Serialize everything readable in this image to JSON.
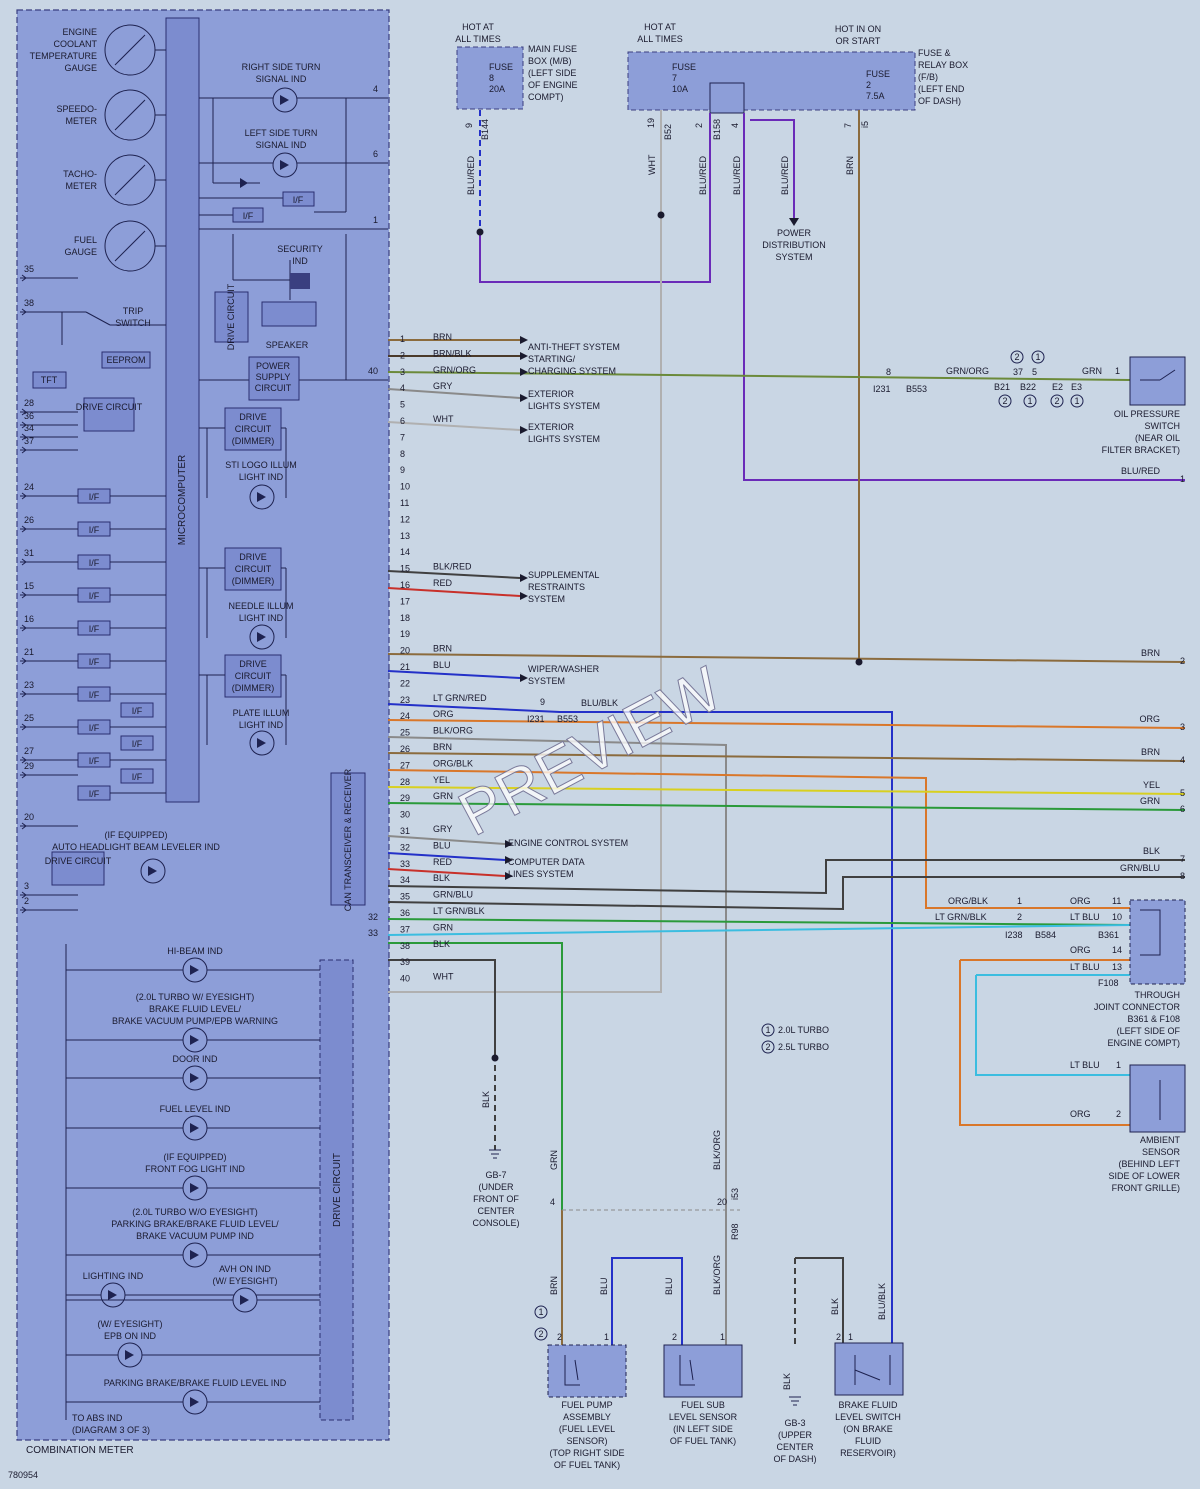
{
  "diagram_id": "780954",
  "meter": {
    "title": "COMBINATION METER",
    "microcomputer": "MICROCOMPUTER",
    "eeprom": "EEPROM",
    "tft": "TFT",
    "speaker": "SPEAKER",
    "can": "CAN TRANSCEIVER & RECEIVER",
    "drive_circuit_vertical": "DRIVE CIRCUIT",
    "drive_circuit": "DRIVE CIRCUIT",
    "power_supply": [
      "POWER",
      "SUPPLY",
      "CIRCUIT"
    ],
    "dimmer": [
      "DRIVE",
      "CIRCUIT",
      "(DIMMER)"
    ],
    "if_label": "I/F",
    "gauges": [
      {
        "lines": [
          "ENGINE",
          "COOLANT",
          "TEMPERATURE",
          "GAUGE"
        ]
      },
      {
        "lines": [
          "SPEEDO-",
          "METER"
        ]
      },
      {
        "lines": [
          "TACHO-",
          "METER"
        ]
      },
      {
        "lines": [
          "FUEL",
          "GAUGE"
        ]
      }
    ],
    "trip_switch": [
      "TRIP",
      "SWITCH"
    ],
    "right_turn": [
      "RIGHT SIDE TURN",
      "SIGNAL IND"
    ],
    "left_turn": [
      "LEFT SIDE TURN",
      "SIGNAL IND"
    ],
    "security": [
      "SECURITY",
      "IND"
    ],
    "sti_logo": [
      "STI LOGO ILLUM",
      "LIGHT IND"
    ],
    "needle_illum": [
      "NEEDLE ILLUM",
      "LIGHT IND"
    ],
    "plate_illum": [
      "PLATE ILLUM",
      "LIGHT IND"
    ],
    "headlight_leveler": [
      "(IF EQUIPPED)",
      "AUTO HEADLIGHT BEAM LEVELER IND"
    ],
    "indicators": [
      {
        "lines": [
          "HI-BEAM IND"
        ]
      },
      {
        "lines": [
          "(2.0L TURBO W/ EYESIGHT)",
          "BRAKE FLUID LEVEL/",
          "BRAKE VACUUM PUMP/EPB WARNING"
        ]
      },
      {
        "lines": [
          "DOOR IND"
        ]
      },
      {
        "lines": [
          "FUEL LEVEL IND"
        ]
      },
      {
        "lines": [
          "(IF EQUIPPED)",
          "FRONT FOG LIGHT IND"
        ]
      },
      {
        "lines": [
          "(2.0L TURBO W/O EYESIGHT)",
          "PARKING BRAKE/BRAKE FLUID LEVEL/",
          "BRAKE VACUUM PUMP IND"
        ]
      },
      {
        "lines": [
          "LIGHTING IND"
        ]
      },
      {
        "lines": [
          "(W/ EYESIGHT)",
          "EPB ON IND"
        ]
      },
      {
        "lines": [
          "AVH ON IND",
          "(W/ EYESIGHT)"
        ]
      },
      {
        "lines": [
          "PARKING BRAKE/BRAKE FLUID LEVEL IND"
        ]
      }
    ],
    "to_abs": [
      "TO ABS IND",
      "(DIAGRAM 3 OF 3)"
    ],
    "left_pins": [
      "35",
      "38",
      "28",
      "36",
      "34",
      "37",
      "24",
      "26",
      "31",
      "15",
      "16",
      "21",
      "23",
      "25",
      "27",
      "29",
      "20",
      "3",
      "2"
    ],
    "right_pins_top": [
      "4",
      "6",
      "1",
      "40"
    ],
    "right_pins_bottom": [
      "32",
      "33"
    ]
  },
  "power": {
    "hot_always_1": [
      "HOT AT",
      "ALL TIMES"
    ],
    "hot_always_2": [
      "HOT AT",
      "ALL TIMES"
    ],
    "hot_on_start": [
      "HOT IN ON",
      "OR START"
    ],
    "main_fuse": {
      "lines": [
        "FUSE",
        "8",
        "20A"
      ]
    },
    "main_fuse_box": [
      "MAIN FUSE",
      "BOX (M/B)",
      "(LEFT SIDE",
      "OF ENGINE",
      "COMPT)"
    ],
    "fuse7": {
      "lines": [
        "FUSE",
        "7",
        "10A"
      ]
    },
    "fuse2": {
      "lines": [
        "FUSE",
        "2",
        "7.5A"
      ]
    },
    "relay_box": [
      "FUSE &",
      "RELAY BOX",
      "(F/B)",
      "(LEFT END",
      "OF DASH)"
    ],
    "pins": [
      "9",
      "B144",
      "19",
      "B52",
      "2",
      "B158",
      "4",
      "7",
      "i5"
    ],
    "wires": [
      "BLU/RED",
      "WHT",
      "BLU/RED",
      "BLU/RED",
      "BLU/RED",
      "BRN"
    ],
    "power_dist": [
      "POWER",
      "DISTRIBUTION",
      "SYSTEM"
    ]
  },
  "connector_rows": [
    {
      "pin": "1",
      "color": "BRN"
    },
    {
      "pin": "2",
      "color": "BRN/BLK"
    },
    {
      "pin": "3",
      "color": "GRN/ORG"
    },
    {
      "pin": "4",
      "color": "GRY"
    },
    {
      "pin": "5",
      "color": ""
    },
    {
      "pin": "6",
      "color": "WHT"
    },
    {
      "pin": "7",
      "color": ""
    },
    {
      "pin": "8",
      "color": ""
    },
    {
      "pin": "9",
      "color": ""
    },
    {
      "pin": "10",
      "color": ""
    },
    {
      "pin": "11",
      "color": ""
    },
    {
      "pin": "12",
      "color": ""
    },
    {
      "pin": "13",
      "color": ""
    },
    {
      "pin": "14",
      "color": ""
    },
    {
      "pin": "15",
      "color": "BLK/RED"
    },
    {
      "pin": "16",
      "color": "RED"
    },
    {
      "pin": "17",
      "color": ""
    },
    {
      "pin": "18",
      "color": ""
    },
    {
      "pin": "19",
      "color": ""
    },
    {
      "pin": "20",
      "color": "BRN"
    },
    {
      "pin": "21",
      "color": "BLU"
    },
    {
      "pin": "22",
      "color": ""
    },
    {
      "pin": "23",
      "color": "LT GRN/RED"
    },
    {
      "pin": "24",
      "color": "ORG"
    },
    {
      "pin": "25",
      "color": "BLK/ORG"
    },
    {
      "pin": "26",
      "color": "BRN"
    },
    {
      "pin": "27",
      "color": "ORG/BLK"
    },
    {
      "pin": "28",
      "color": "YEL"
    },
    {
      "pin": "29",
      "color": "GRN"
    },
    {
      "pin": "30",
      "color": ""
    },
    {
      "pin": "31",
      "color": "GRY"
    },
    {
      "pin": "32",
      "color": "BLU"
    },
    {
      "pin": "33",
      "color": "RED"
    },
    {
      "pin": "34",
      "color": "BLK"
    },
    {
      "pin": "35",
      "color": "GRN/BLU"
    },
    {
      "pin": "36",
      "color": "LT GRN/BLK"
    },
    {
      "pin": "37",
      "color": "GRN"
    },
    {
      "pin": "38",
      "color": "BLK"
    },
    {
      "pin": "39",
      "color": ""
    },
    {
      "pin": "40",
      "color": "WHT"
    }
  ],
  "systems": [
    {
      "lines": [
        "ANTI-THEFT SYSTEM"
      ]
    },
    {
      "lines": [
        "STARTING/",
        "CHARGING SYSTEM"
      ]
    },
    {
      "lines": [
        "EXTERIOR",
        "LIGHTS SYSTEM"
      ]
    },
    {
      "lines": [
        "EXTERIOR",
        "LIGHTS SYSTEM"
      ]
    },
    {
      "lines": [
        "SUPPLEMENTAL",
        "RESTRAINTS",
        "SYSTEM"
      ]
    },
    {
      "lines": [
        "WIPER/WASHER",
        "SYSTEM"
      ]
    },
    {
      "lines": [
        "ENGINE CONTROL SYSTEM"
      ]
    },
    {
      "lines": [
        "COMPUTER DATA",
        "LINES SYSTEM"
      ]
    }
  ],
  "oil": {
    "label": [
      "OIL PRESSURE",
      "SWITCH",
      "(NEAR OIL",
      "FILTER BRACKET)"
    ],
    "conns": [
      "8",
      "I231",
      "B553",
      "GRN/ORG",
      "37",
      "5",
      "B21",
      "B22",
      "E2",
      "E3",
      "GRN",
      "1"
    ],
    "circ": [
      "2",
      "1",
      "2",
      "1",
      "2",
      "1"
    ]
  },
  "right_labels": {
    "blu_red": "BLU/RED",
    "blu_red_num": "1",
    "brn": "BRN",
    "brn_num": "2",
    "org": "ORG",
    "org_num": "3",
    "brn2": "BRN",
    "brn2_num": "4",
    "yel": "YEL",
    "yel_num": "5",
    "grn": "GRN",
    "grn_num": "6",
    "blk": "BLK",
    "blk_num": "7",
    "grn_blu": "GRN/BLU",
    "grn_blu_num": "8"
  },
  "mid": {
    "conn9": "9",
    "i231": "I231",
    "b553": "B553",
    "blu_blk": "BLU/BLK",
    "org_blk": "ORG/BLK",
    "lt_grn_blk": "LT GRN/BLK",
    "pin1": "1",
    "pin2": "2",
    "i238": "I238",
    "b584": "B584"
  },
  "joint": {
    "label": [
      "THROUGH",
      "JOINT CONNECTOR",
      "B361 & F108",
      "(LEFT SIDE OF",
      "ENGINE COMPT)"
    ],
    "rows": [
      {
        "wire": "ORG",
        "pin": "11"
      },
      {
        "wire": "LT BLU",
        "pin": "10"
      },
      {
        "wire": "ORG",
        "pin": "14"
      },
      {
        "wire": "LT BLU",
        "pin": "13"
      }
    ],
    "b361": "B361",
    "f108": "F108"
  },
  "ambient": {
    "label": [
      "AMBIENT",
      "SENSOR",
      "(BEHIND LEFT",
      "SIDE OF LOWER",
      "FRONT GRILLE)"
    ],
    "rows": [
      {
        "wire": "LT BLU",
        "pin": "1"
      },
      {
        "wire": "ORG",
        "pin": "2"
      }
    ]
  },
  "legend": [
    {
      "num": "1",
      "text": "2.0L TURBO"
    },
    {
      "num": "2",
      "text": "2.5L TURBO"
    }
  ],
  "grounds": {
    "gb7": [
      "GB-7",
      "(UNDER",
      "FRONT OF",
      "CENTER",
      "CONSOLE)"
    ],
    "gb3": [
      "GB-3",
      "(UPPER",
      "CENTER",
      "OF DASH)"
    ],
    "blk": "BLK"
  },
  "bottom": {
    "wires": [
      "GRN",
      "BLK/ORG",
      "BRN",
      "BLU",
      "BLU",
      "BLK/ORG",
      "BLK",
      "BLK",
      "BLU/BLK"
    ],
    "pins": [
      "4",
      "20",
      "i53",
      "R98",
      "2",
      "1",
      "2",
      "1",
      "2",
      "1"
    ],
    "circ": [
      "1",
      "2"
    ],
    "fuel_pump": [
      "FUEL PUMP",
      "ASSEMBLY",
      "(FUEL LEVEL",
      "SENSOR)",
      "(TOP RIGHT SIDE",
      "OF FUEL TANK)"
    ],
    "fuel_sub": [
      "FUEL SUB",
      "LEVEL SENSOR",
      "(IN LEFT SIDE",
      "OF FUEL TANK)"
    ],
    "brake_fluid": [
      "BRAKE FLUID",
      "LEVEL SWITCH",
      "(ON BRAKE",
      "FLUID",
      "RESERVOIR)"
    ]
  },
  "watermark": "PREVIEW",
  "colors": {
    "panel": "#8d9ed8",
    "box": "#7c8ccf",
    "brn": "#8b6b3d",
    "grn_org": "#6b8a3a",
    "blu": "#2330c8",
    "red": "#c8302a",
    "org": "#d9772a",
    "yel": "#d8d020",
    "grn": "#2a9a3a",
    "blk": "#404040",
    "gry": "#8a8a8a",
    "purple": "#6a2bb8",
    "ltblu": "#3bbde0",
    "wht": "#b0b0b0"
  }
}
